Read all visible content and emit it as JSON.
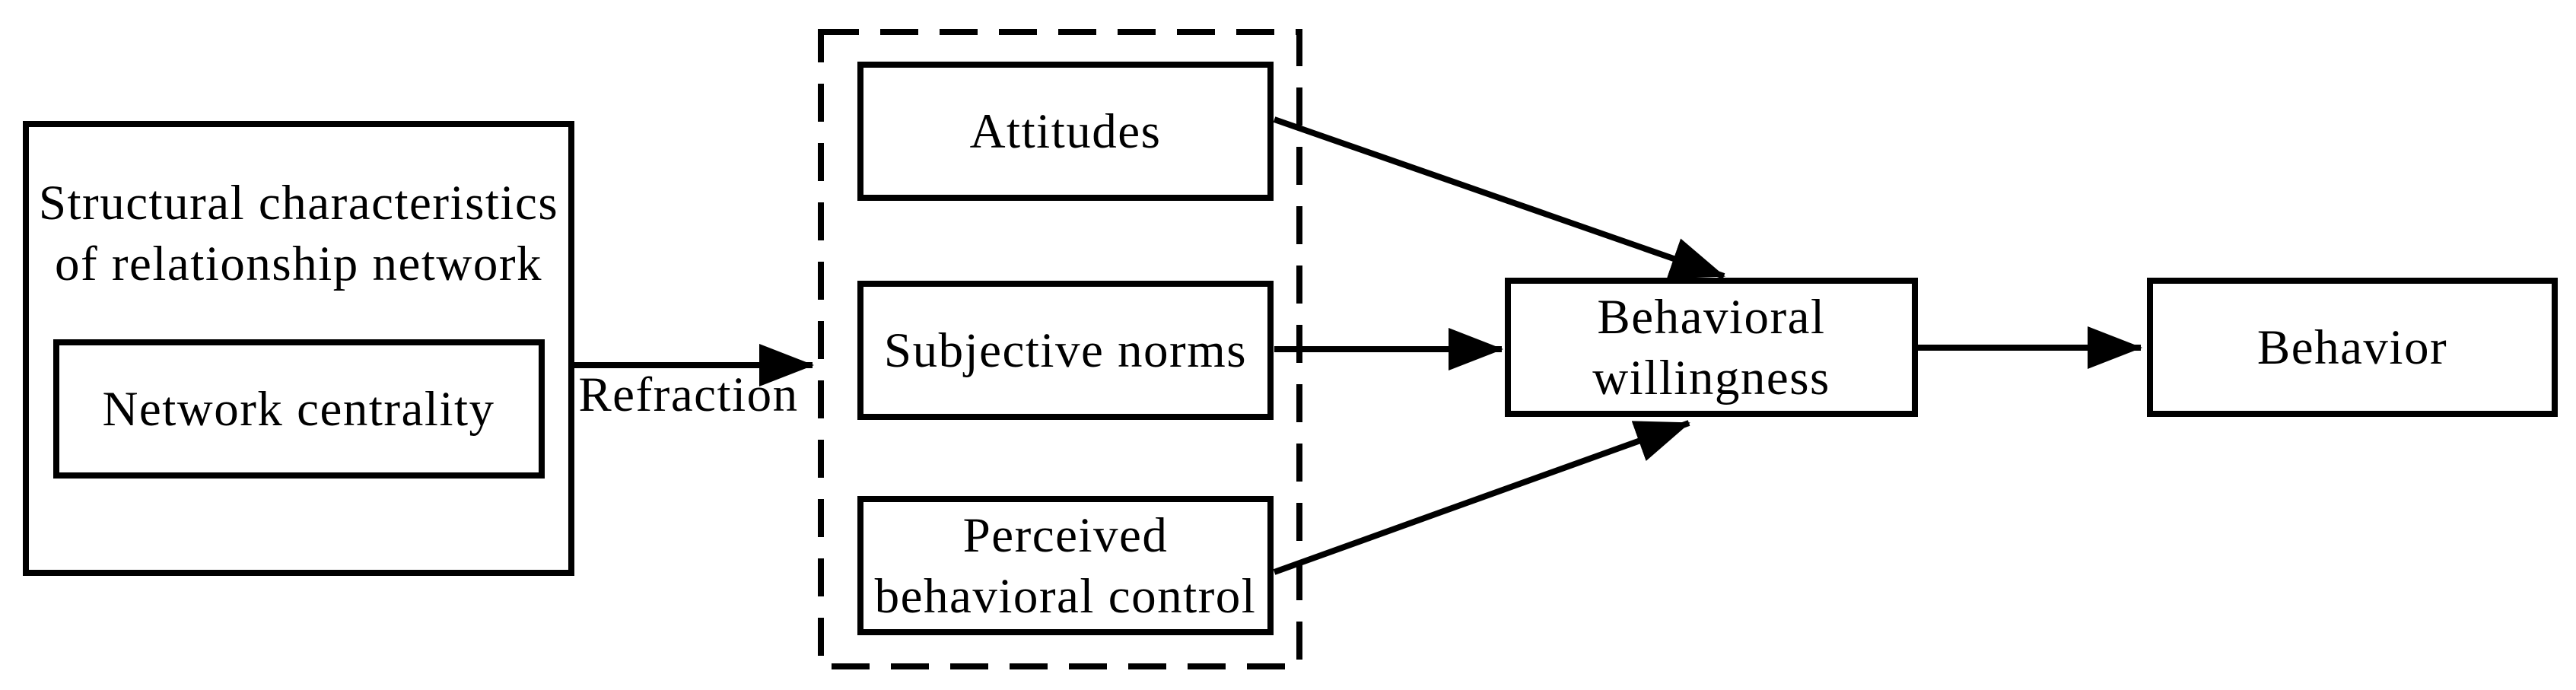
{
  "diagram": {
    "background": "#ffffff",
    "stroke_color": "#000000",
    "nodes": {
      "structural_characteristics": {
        "lines": [
          "Structural characteristics",
          "of relationship network"
        ]
      },
      "network_centrality": {
        "label": "Network centrality"
      },
      "attitudes": {
        "label": "Attitudes"
      },
      "subjective_norms": {
        "label": "Subjective norms"
      },
      "perceived_behavioral_control": {
        "lines": [
          "Perceived",
          "behavioral control"
        ]
      },
      "behavioral_willingness": {
        "lines": [
          "Behavioral",
          "willingness"
        ]
      },
      "behavior": {
        "label": "Behavior"
      }
    },
    "edges": {
      "refraction": {
        "label": "Refraction",
        "from": "structural_characteristics",
        "to": "mediator_group"
      },
      "attitudes_to_willingness": {
        "from": "attitudes",
        "to": "behavioral_willingness"
      },
      "subjective_norms_to_willingness": {
        "from": "subjective_norms",
        "to": "behavioral_willingness"
      },
      "perceived_control_to_willingness": {
        "from": "perceived_behavioral_control",
        "to": "behavioral_willingness"
      },
      "willingness_to_behavior": {
        "from": "behavioral_willingness",
        "to": "behavior"
      }
    }
  }
}
